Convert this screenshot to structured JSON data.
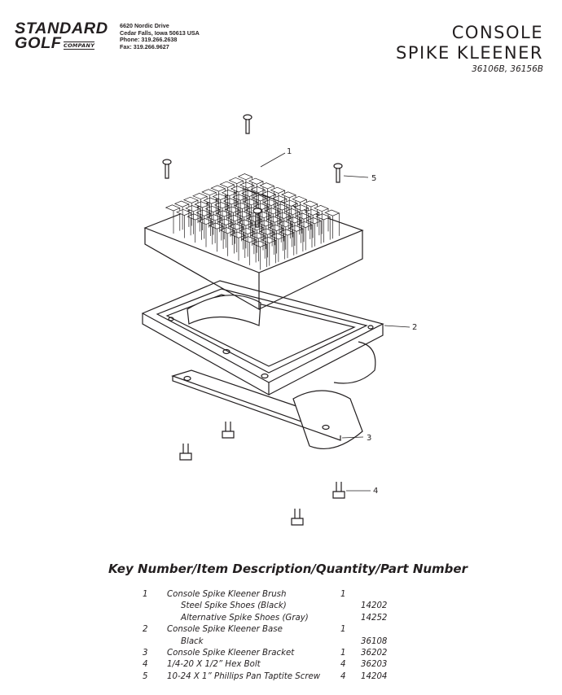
{
  "company": {
    "logo_line1": "STANDARD",
    "logo_line2": "GOLF",
    "logo_company": "COMPANY",
    "address": [
      "6620 Nordic Drive",
      "Cedar Falls, Iowa  50613  USA",
      "Phone: 319.266.2638",
      "Fax: 319.266.9627"
    ]
  },
  "title": {
    "line1": "CONSOLE",
    "line2": "SPIKE KLEENER",
    "part_numbers": "36106B, 36156B"
  },
  "diagram": {
    "callouts": [
      "1",
      "2",
      "3",
      "4",
      "5"
    ]
  },
  "parts_table": {
    "heading": "Key Number/Item Description/Quantity/Part Number",
    "rows": [
      {
        "key": "1",
        "desc": "Console Spike Kleener Brush",
        "qty": "1",
        "part": "",
        "indent": false
      },
      {
        "key": "",
        "desc": "Steel Spike Shoes (Black)",
        "qty": "",
        "part": "14202",
        "indent": true
      },
      {
        "key": "",
        "desc": "Alternative Spike Shoes (Gray)",
        "qty": "",
        "part": "14252",
        "indent": true
      },
      {
        "key": "2",
        "desc": "Console Spike Kleener Base",
        "qty": "1",
        "part": "",
        "indent": false
      },
      {
        "key": "",
        "desc": "Black",
        "qty": "",
        "part": "36108",
        "indent": true
      },
      {
        "key": "3",
        "desc": "Console Spike Kleener Bracket",
        "qty": "1",
        "part": "36202",
        "indent": false
      },
      {
        "key": "4",
        "desc": "1/4-20 X 1/2” Hex Bolt",
        "qty": "4",
        "part": "36203",
        "indent": false
      },
      {
        "key": "5",
        "desc": "10-24 X 1” Phillips Pan Taptite Screw",
        "qty": "4",
        "part": "14204",
        "indent": false
      }
    ]
  }
}
